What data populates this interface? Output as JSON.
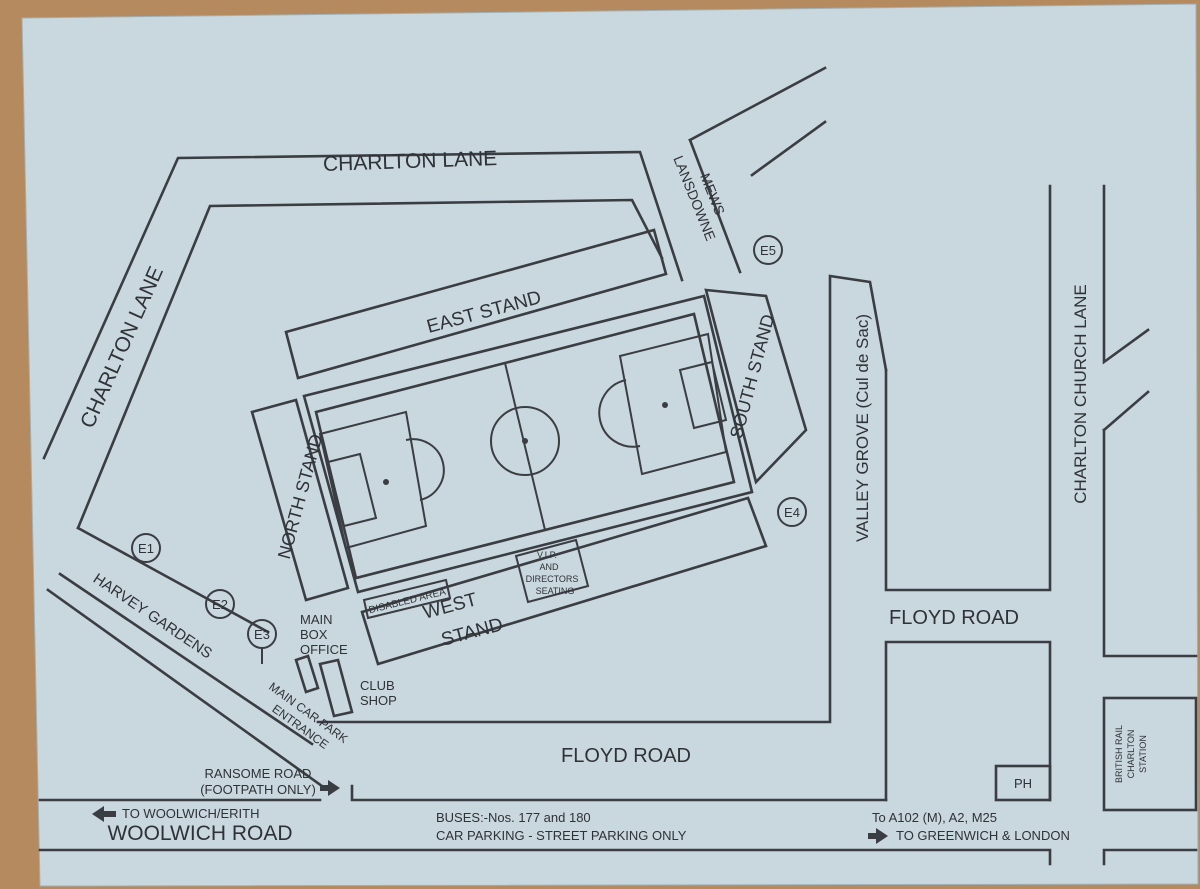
{
  "roads": {
    "charlton_lane_top": "CHARLTON LANE",
    "charlton_lane_left": "CHARLTON LANE",
    "lansdowne_1": "LANSDOWNE",
    "lansdowne_2": "MEWS",
    "valley_grove": "VALLEY GROVE (Cul de Sac)",
    "charlton_church_lane": "CHARLTON CHURCH LANE",
    "floyd_road_right": "FLOYD ROAD",
    "floyd_road_bottom": "FLOYD ROAD",
    "harvey_gardens": "HARVEY GARDENS",
    "woolwich_road": "WOOLWICH ROAD",
    "ransome_1": "RANSOME ROAD",
    "ransome_2": "(FOOTPATH ONLY)"
  },
  "stands": {
    "east": "EAST STAND",
    "west_1": "WEST",
    "west_2": "STAND",
    "north": "NORTH STAND",
    "south": "SOUTH STAND",
    "disabled": "DISABLED AREA",
    "vip_1": "V.I.P.",
    "vip_2": "AND",
    "vip_3": "DIRECTORS",
    "vip_4": "SEATING"
  },
  "facilities": {
    "box_office_1": "MAIN",
    "box_office_2": "BOX",
    "box_office_3": "OFFICE",
    "club_shop_1": "CLUB",
    "club_shop_2": "SHOP",
    "car_park_1": "MAIN CAR PARK",
    "car_park_2": "ENTRANCE",
    "pub": "PH",
    "station_1": "BRITISH RAIL",
    "station_2": "CHARLTON",
    "station_3": "STATION"
  },
  "entrances": [
    "E1",
    "E2",
    "E3",
    "E4",
    "E5"
  ],
  "directions": {
    "woolwich": "TO WOOLWICH/ERITH",
    "roads_a102": "To A102 (M), A2, M25",
    "greenwich": "TO GREENWICH & LONDON"
  },
  "info": {
    "buses": "BUSES:-Nos. 177 and 180",
    "parking": "CAR PARKING - STREET PARKING ONLY"
  },
  "colors": {
    "paper": "#c9d7de",
    "ink": "#3a3d42",
    "table": "#b48a5e"
  }
}
